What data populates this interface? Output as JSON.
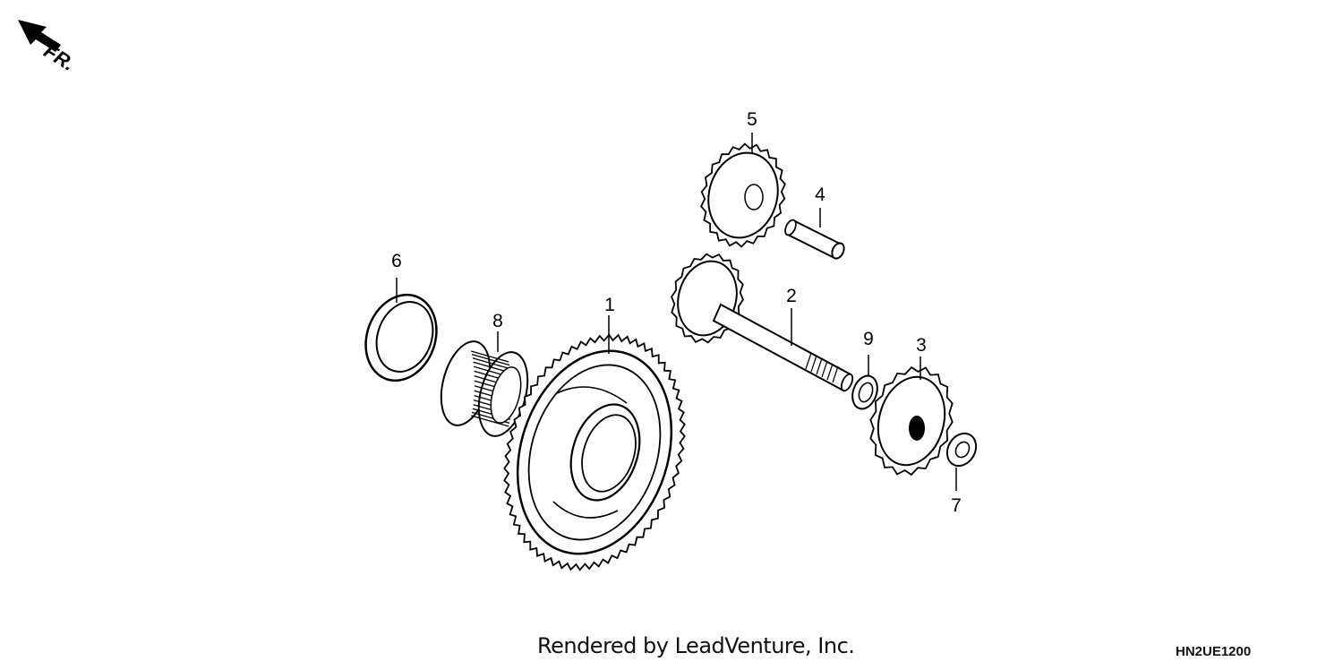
{
  "orientation": {
    "label": "FR.",
    "icon": "front-direction-arrow-icon"
  },
  "callouts": [
    {
      "id": "1",
      "label": "1",
      "part": "final driven gear"
    },
    {
      "id": "2",
      "label": "2",
      "part": "countershaft"
    },
    {
      "id": "3",
      "label": "3",
      "part": "drive gear"
    },
    {
      "id": "4",
      "label": "4",
      "part": "pin"
    },
    {
      "id": "5",
      "label": "5",
      "part": "idle gear"
    },
    {
      "id": "6",
      "label": "6",
      "part": "washer"
    },
    {
      "id": "7",
      "label": "7",
      "part": "washer"
    },
    {
      "id": "8",
      "label": "8",
      "part": "needle bearing"
    },
    {
      "id": "9",
      "label": "9",
      "part": "washer"
    }
  ],
  "footer": {
    "credit": "Rendered by LeadVenture, Inc.",
    "diagram_code": "HN2UE1200"
  },
  "colors": {
    "line": "#000000",
    "background": "#ffffff"
  }
}
